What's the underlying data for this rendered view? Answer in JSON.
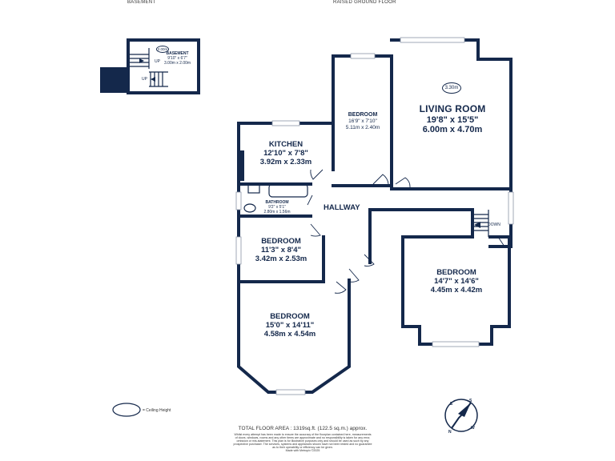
{
  "headings": {
    "basement": "BASEMENT",
    "ground": "RAISED GROUND FLOOR"
  },
  "rooms": {
    "basement": {
      "name": "BASEMENT",
      "imperial": "9'10\" x 6'7\"",
      "metric": "3.00m x 2.00m",
      "ceiling": "2.00m"
    },
    "bedroom_small": {
      "name": "BEDROOM",
      "imperial": "16'9\" x 7'10\"",
      "metric": "5.11m x 2.40m"
    },
    "living_room": {
      "name": "LIVING ROOM",
      "imperial": "19'8\" x 15'5\"",
      "metric": "6.00m x 4.70m",
      "ceiling": "3.30m"
    },
    "kitchen": {
      "name": "KITCHEN",
      "imperial": "12'10\" x 7'8\"",
      "metric": "3.92m x 2.33m"
    },
    "bathroom": {
      "name": "BATHROOM",
      "imperial": "9'2\" x 5'1\"",
      "metric": "2.80m x 1.56m"
    },
    "hallway": {
      "name": "HALLWAY"
    },
    "bedroom_mid": {
      "name": "BEDROOM",
      "imperial": "11'3\" x 8'4\"",
      "metric": "3.42m x 2.53m"
    },
    "bedroom_right": {
      "name": "BEDROOM",
      "imperial": "14'7\" x 14'6\"",
      "metric": "4.45m x 4.42m"
    },
    "bedroom_bay": {
      "name": "BEDROOM",
      "imperial": "15'0\" x 14'11\"",
      "metric": "4.58m x 4.54m"
    }
  },
  "stairs": {
    "up": "UP",
    "up2": "UP",
    "down": "DOWN"
  },
  "legend": {
    "text": "= Ceiling Height"
  },
  "compass": {
    "n": "N",
    "s": "S",
    "e": "E",
    "w": "W"
  },
  "footer": {
    "total": "TOTAL FLOOR AREA : 1319sq.ft. (122.5 sq.m.) approx.",
    "line1": "Whilst every attempt has been made to ensure the accuracy of the floorplan contained here, measurements",
    "line2": "of doors, windows, rooms and any other items are approximate and no responsibility is taken for any error,",
    "line3": "omission or mis-statement. This plan is for illustrative purposes only and should be used as such by any",
    "line4": "prospective purchaser. The services, systems and appliances shown have not been tested and no guarantee",
    "line5": "as to their operability or efficiency can be given.",
    "line6": "Made with Metropix ©2025"
  }
}
